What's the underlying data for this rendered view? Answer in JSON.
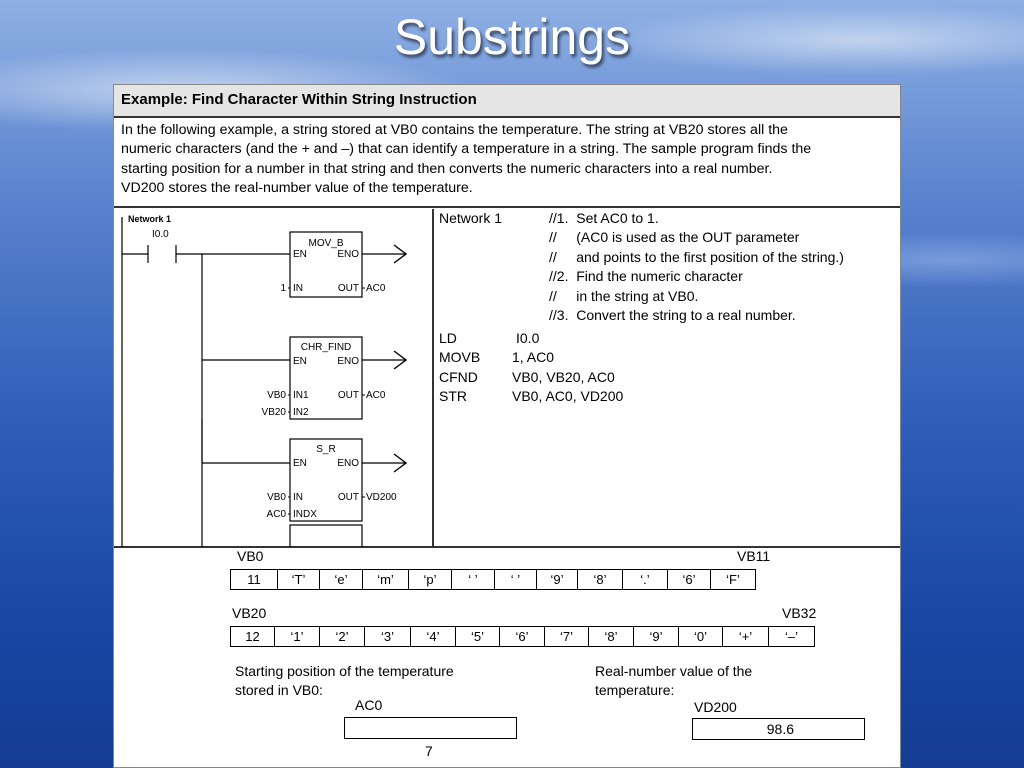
{
  "slide": {
    "title": "Substrings"
  },
  "doc": {
    "heading": "Example: Find Character Within String Instruction",
    "intro_lines": [
      "In the following example, a string stored at VB0 contains the temperature.  The string at VB20 stores all the",
      "numeric characters (and the + and –) that can identify a temperature in a string. The sample program finds the",
      "starting position for a number in that string and then converts the numeric characters into a real number.",
      "VD200 stores the real-number value of the temperature."
    ],
    "ladder": {
      "network": "Network 1",
      "contact": "I0.0",
      "boxes": [
        {
          "name": "MOV_B",
          "en": "EN",
          "eno": "ENO",
          "in1_val": "1",
          "in1": "IN",
          "out": "OUT",
          "out_val": "AC0"
        },
        {
          "name": "CHR_FIND",
          "en": "EN",
          "eno": "ENO",
          "in1_val": "VB0",
          "in1": "IN1",
          "in2_val": "VB20",
          "in2": "IN2",
          "out": "OUT",
          "out_val": "AC0"
        },
        {
          "name": "S_R",
          "en": "EN",
          "eno": "ENO",
          "in1_val": "VB0",
          "in1": "IN",
          "in2_val": "AC0",
          "in2": "INDX",
          "out": "OUT",
          "out_val": "VD200"
        }
      ]
    },
    "stl": {
      "network": "Network 1",
      "comments": [
        "//1.  Set AC0 to 1.",
        "//     (AC0 is used as the OUT parameter",
        "//     and points to the first position of the string.)",
        "//2.  Find the numeric character",
        "//     in the string at VB0.",
        "//3.  Convert the string to a real number."
      ],
      "instructions": [
        {
          "op": "LD",
          "args": "I0.0"
        },
        {
          "op": "MOVB",
          "args": "1, AC0"
        },
        {
          "op": "CFND",
          "args": "VB0, VB20, AC0"
        },
        {
          "op": "STR",
          "args": "VB0, AC0, VD200"
        }
      ]
    },
    "string1": {
      "start_label": "VB0",
      "end_label": "VB11",
      "cells": [
        "11",
        "‘T’",
        "‘e’",
        "‘m’",
        "‘p’",
        "‘  ’",
        "‘  ’",
        "‘9’",
        "‘8’",
        "‘.’",
        "‘6’",
        "‘F’"
      ]
    },
    "string2": {
      "start_label": "VB20",
      "end_label": "VB32",
      "cells": [
        "12",
        "‘1’",
        "‘2’",
        "‘3’",
        "‘4’",
        "‘5’",
        "‘6’",
        "‘7’",
        "‘8’",
        "‘9’",
        "‘0’",
        "‘+’",
        "‘–’"
      ]
    },
    "result_left": {
      "caption_line1": "Starting position of the temperature",
      "caption_line2": "stored in VB0:",
      "register": "AC0",
      "value": "7"
    },
    "result_right": {
      "caption_line1": "Real-number value of the",
      "caption_line2": "temperature:",
      "register": "VD200",
      "value": "98.6"
    }
  }
}
